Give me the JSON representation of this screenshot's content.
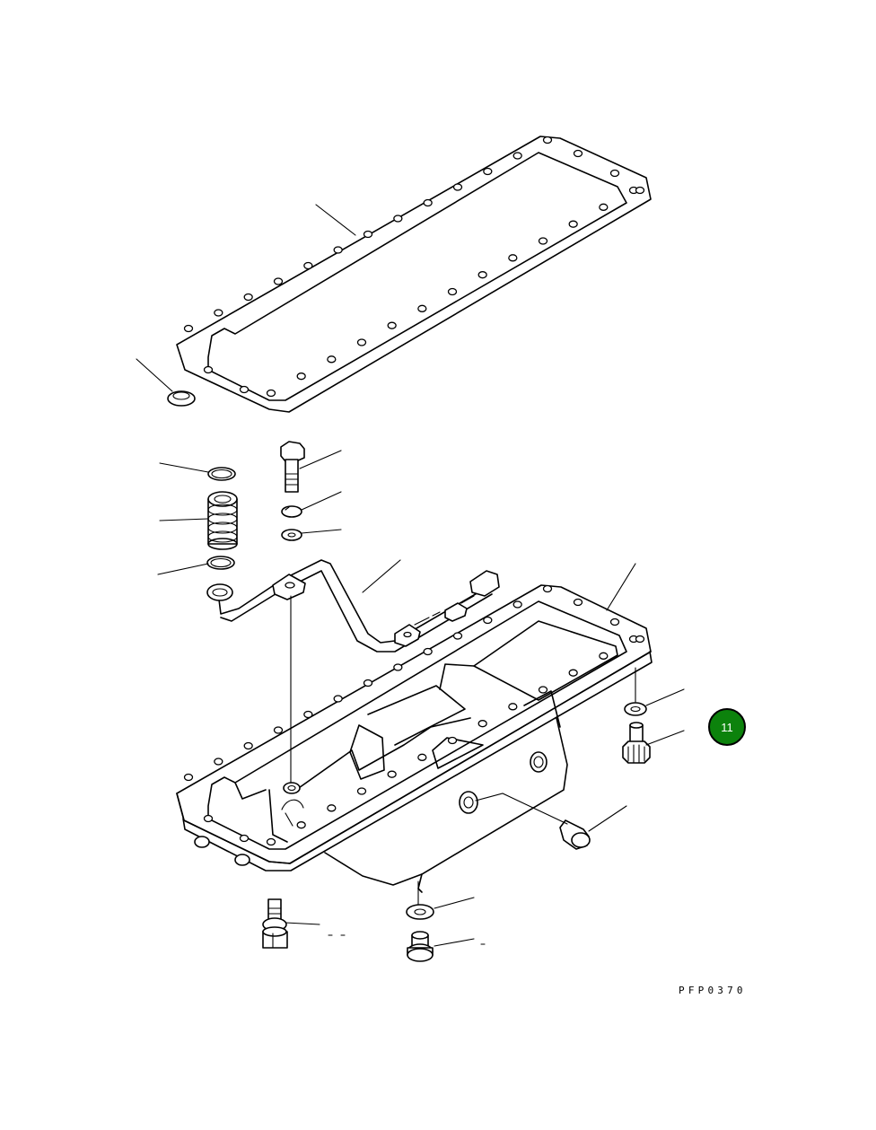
{
  "callout": {
    "number": "11",
    "color": "#0c820c"
  },
  "drawing": {
    "code": "PFP0370"
  },
  "parts": [
    "gasket",
    "gasket-callout-ring",
    "o-ring-upper",
    "strainer",
    "o-ring-lower",
    "bolt",
    "spring-washer",
    "flat-washer",
    "suction-tube",
    "oil-pan",
    "drain-washer",
    "drain-plug",
    "side-plug",
    "bottom-bolt",
    "bottom-washer",
    "bottom-plug",
    "pan-washer",
    "pan-bolt"
  ]
}
